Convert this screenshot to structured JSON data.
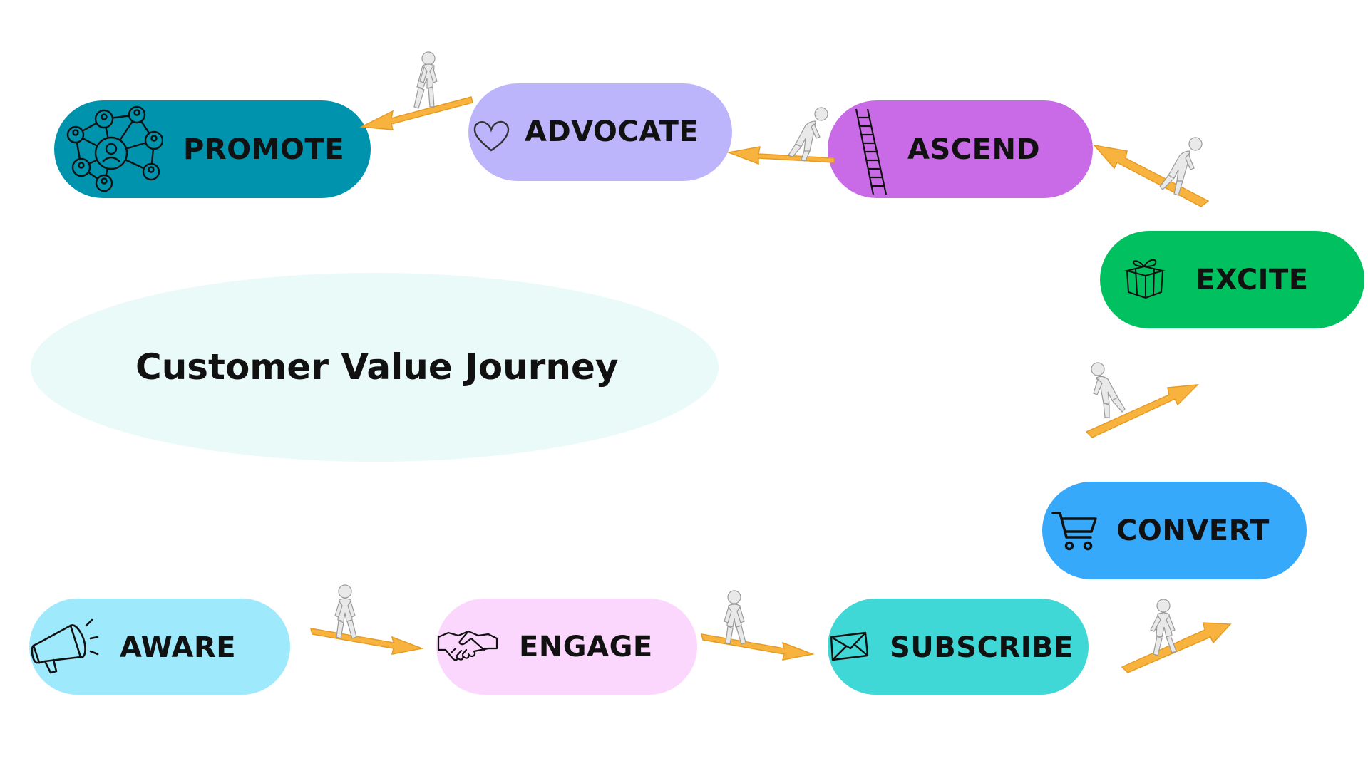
{
  "title": "Customer Value Journey",
  "colors": {
    "promote": "#0093ae",
    "advocate": "#bdb5fc",
    "ascend": "#c96ae6",
    "excite": "#00c05f",
    "convert": "#37a9fb",
    "subscribe": "#3fd8d6",
    "engage": "#fbd7fd",
    "aware": "#9fe9fd",
    "ellipse": "#eafaf9",
    "arrow": "#f8b33e"
  },
  "stages": [
    {
      "key": "promote",
      "label": "PROMOTE",
      "icon": "network-people-icon"
    },
    {
      "key": "advocate",
      "label": "ADVOCATE",
      "icon": "heart-icon"
    },
    {
      "key": "ascend",
      "label": "ASCEND",
      "icon": "ladder-icon"
    },
    {
      "key": "excite",
      "label": "EXCITE",
      "icon": "gift-box-icon"
    },
    {
      "key": "convert",
      "label": "CONVERT",
      "icon": "shopping-cart-icon"
    },
    {
      "key": "subscribe",
      "label": "SUBSCRIBE",
      "icon": "envelope-icon"
    },
    {
      "key": "engage",
      "label": "ENGAGE",
      "icon": "handshake-icon"
    },
    {
      "key": "aware",
      "label": "AWARE",
      "icon": "megaphone-icon"
    }
  ],
  "connectors": [
    {
      "from": "aware",
      "to": "engage",
      "icon": "person-on-arrow-icon"
    },
    {
      "from": "engage",
      "to": "subscribe",
      "icon": "person-on-arrow-icon"
    },
    {
      "from": "subscribe",
      "to": "convert",
      "icon": "person-on-arrow-icon"
    },
    {
      "from": "convert",
      "to": "excite",
      "icon": "person-on-arrow-icon"
    },
    {
      "from": "excite",
      "to": "ascend",
      "icon": "person-on-arrow-icon"
    },
    {
      "from": "ascend",
      "to": "advocate",
      "icon": "person-on-arrow-icon"
    },
    {
      "from": "advocate",
      "to": "promote",
      "icon": "person-on-arrow-icon"
    }
  ]
}
